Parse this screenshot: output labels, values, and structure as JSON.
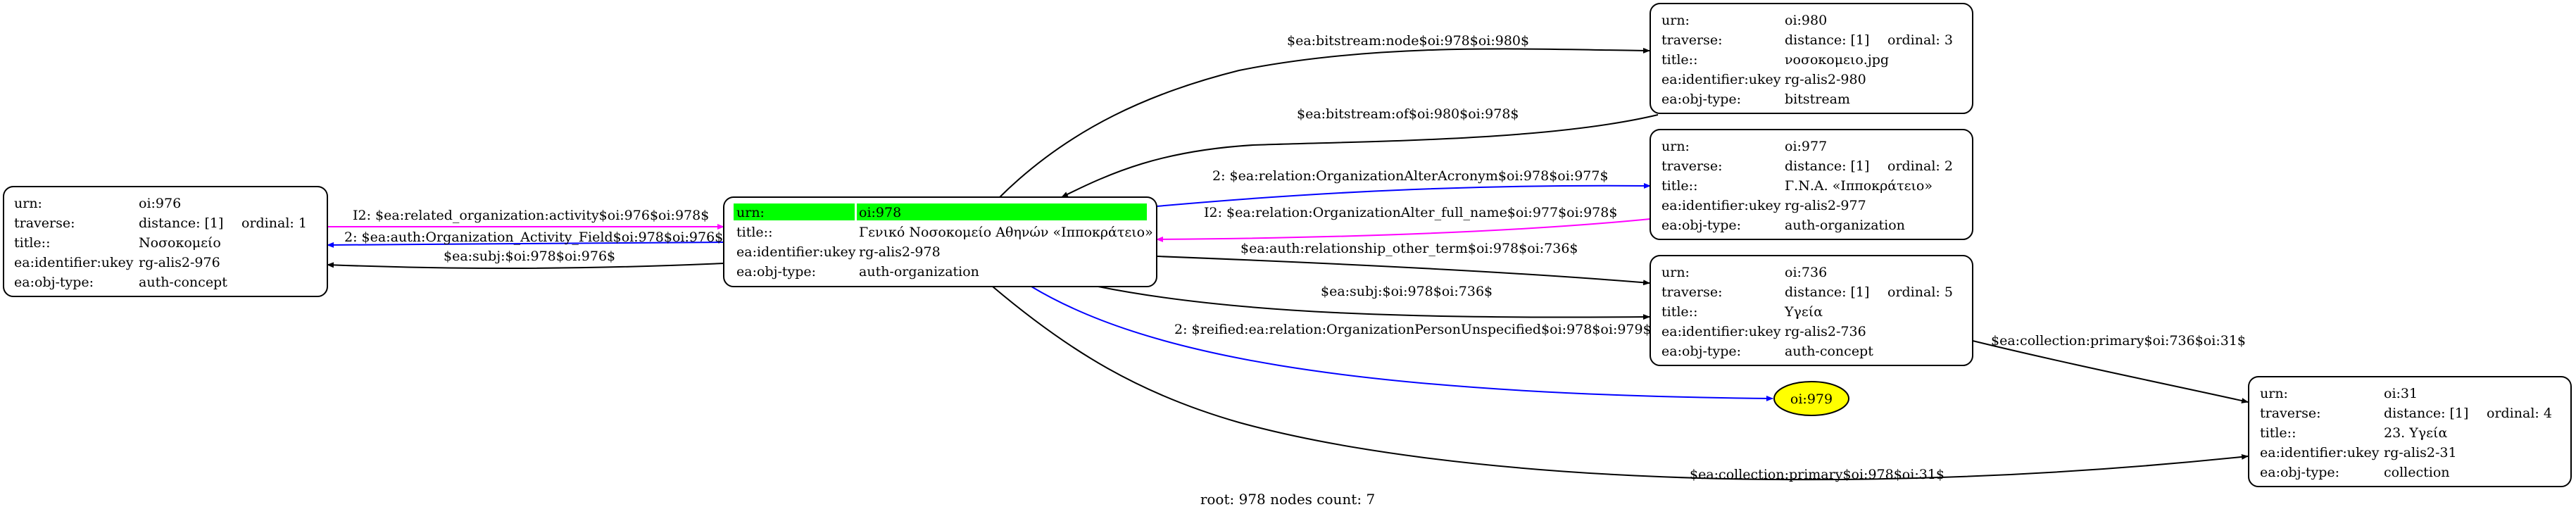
{
  "footer": "root: 978 nodes count: 7",
  "colors": {
    "black": "#000000",
    "blue": "#0000ff",
    "magenta": "#ff00ff",
    "highlight": "#00ff00",
    "ellipse": "#ffff00"
  },
  "nodes": {
    "oi976": {
      "rows": [
        [
          "urn:",
          "oi:976",
          ""
        ],
        [
          "traverse:",
          "distance: [1]",
          "ordinal: 1"
        ],
        [
          "title::",
          "Νοσοκομείο",
          ""
        ],
        [
          "ea:identifier:ukey",
          "rg-alis2-976",
          ""
        ],
        [
          "ea:obj-type:",
          "auth-concept",
          ""
        ]
      ]
    },
    "oi978": {
      "rows": [
        [
          "urn:",
          "oi:978",
          ""
        ],
        [
          "title::",
          "Γενικό Νοσοκομείο Αθηνών «Ιπποκράτειο»",
          ""
        ],
        [
          "ea:identifier:ukey",
          "rg-alis2-978",
          ""
        ],
        [
          "ea:obj-type:",
          "auth-organization",
          ""
        ]
      ]
    },
    "oi980": {
      "rows": [
        [
          "urn:",
          "oi:980",
          ""
        ],
        [
          "traverse:",
          "distance: [1]",
          "ordinal: 3"
        ],
        [
          "title::",
          "νοσοκομειο.jpg",
          ""
        ],
        [
          "ea:identifier:ukey",
          "rg-alis2-980",
          ""
        ],
        [
          "ea:obj-type:",
          "bitstream",
          ""
        ]
      ]
    },
    "oi977": {
      "rows": [
        [
          "urn:",
          "oi:977",
          ""
        ],
        [
          "traverse:",
          "distance: [1]",
          "ordinal: 2"
        ],
        [
          "title::",
          "Γ.Ν.Α. «Ιπποκράτειο»",
          ""
        ],
        [
          "ea:identifier:ukey",
          "rg-alis2-977",
          ""
        ],
        [
          "ea:obj-type:",
          "auth-organization",
          ""
        ]
      ]
    },
    "oi736": {
      "rows": [
        [
          "urn:",
          "oi:736",
          ""
        ],
        [
          "traverse:",
          "distance: [1]",
          "ordinal: 5"
        ],
        [
          "title::",
          "Υγεία",
          ""
        ],
        [
          "ea:identifier:ukey",
          "rg-alis2-736",
          ""
        ],
        [
          "ea:obj-type:",
          "auth-concept",
          ""
        ]
      ]
    },
    "oi31": {
      "rows": [
        [
          "urn:",
          "oi:31",
          ""
        ],
        [
          "traverse:",
          "distance: [1]",
          "ordinal: 4"
        ],
        [
          "title::",
          "23. Υγεία",
          ""
        ],
        [
          "ea:identifier:ukey",
          "rg-alis2-31",
          ""
        ],
        [
          "ea:obj-type:",
          "collection",
          ""
        ]
      ]
    },
    "oi979": {
      "label": "oi:979"
    }
  },
  "edges": {
    "e1": {
      "label": "I2: $ea:related_organization:activity$oi:976$oi:978$"
    },
    "e2": {
      "label": "2: $ea:auth:Organization_Activity_Field$oi:978$oi:976$"
    },
    "e3": {
      "label": "$ea:subj:$oi:978$oi:976$"
    },
    "e4": {
      "label": "$ea:bitstream:node$oi:978$oi:980$"
    },
    "e5": {
      "label": "$ea:bitstream:of$oi:980$oi:978$"
    },
    "e6": {
      "label": "2: $ea:relation:OrganizationAlterAcronym$oi:978$oi:977$"
    },
    "e7": {
      "label": "I2: $ea:relation:OrganizationAlter_full_name$oi:977$oi:978$"
    },
    "e8": {
      "label": "$ea:auth:relationship_other_term$oi:978$oi:736$"
    },
    "e9": {
      "label": "$ea:subj:$oi:978$oi:736$"
    },
    "e10": {
      "label": "2: $reified:ea:relation:OrganizationPersonUnspecified$oi:978$oi:979$"
    },
    "e11": {
      "label": "$ea:collection:primary$oi:736$oi:31$"
    },
    "e12": {
      "label": "$ea:collection:primary$oi:978$oi:31$"
    }
  }
}
